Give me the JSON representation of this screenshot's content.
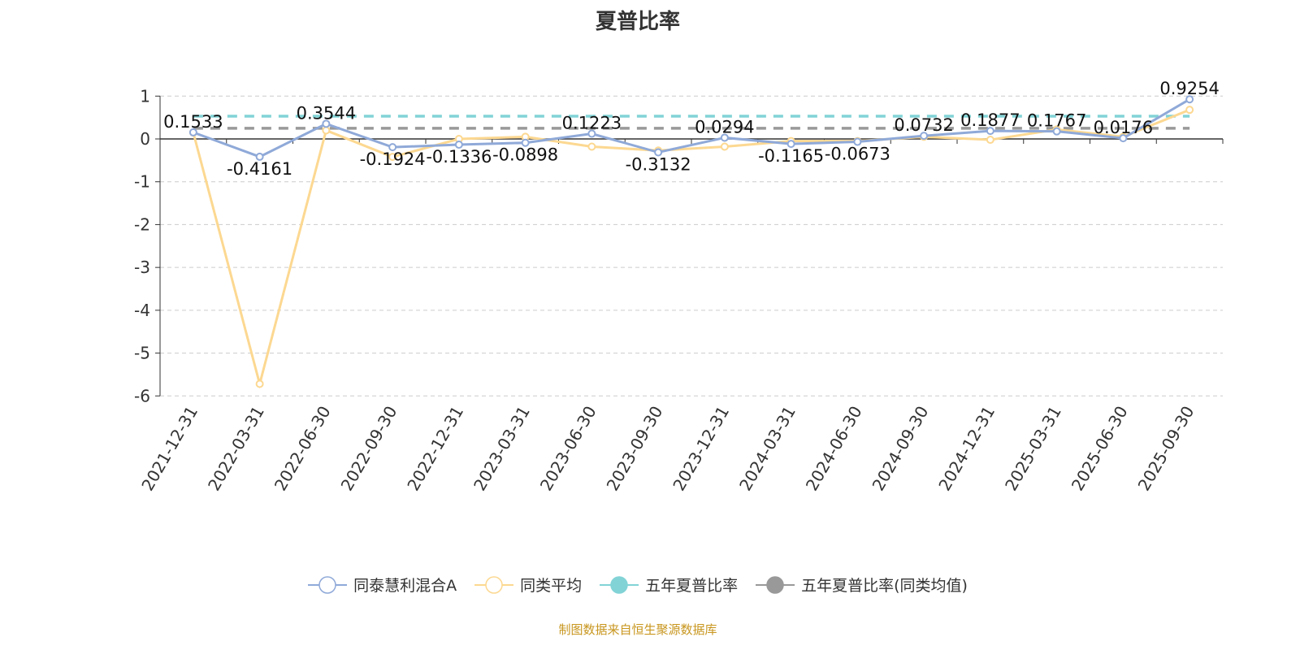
{
  "chart_data": {
    "type": "line",
    "title": "夏普比率",
    "categories": [
      "2021-12-31",
      "2022-03-31",
      "2022-06-30",
      "2022-09-30",
      "2022-12-31",
      "2023-03-31",
      "2023-06-30",
      "2023-09-30",
      "2023-12-31",
      "2024-03-31",
      "2024-06-30",
      "2024-09-30",
      "2024-12-31",
      "2025-03-31",
      "2025-06-30",
      "2025-09-30"
    ],
    "ylim": [
      -6,
      1
    ],
    "yticks": [
      1,
      0,
      -1,
      -2,
      -3,
      -4,
      -5,
      -6
    ],
    "grid": true,
    "legend_position": "bottom",
    "series": [
      {
        "name": "同泰慧利混合A",
        "color": "#8fa9d8",
        "values": [
          0.1533,
          -0.4161,
          0.3544,
          -0.1924,
          -0.1336,
          -0.0898,
          0.1223,
          -0.3132,
          0.0294,
          -0.1165,
          -0.0673,
          0.0732,
          0.1877,
          0.1767,
          0.0176,
          0.9254
        ],
        "labels": [
          "0.1533",
          "-0.4161",
          "0.3544",
          "-0.1924",
          "-0.1336",
          "-0.0898",
          "0.1223",
          "-0.3132",
          "0.0294",
          "-0.1165",
          "-0.0673",
          "0.0732",
          "0.1877",
          "0.1767",
          "0.0176",
          "0.9254"
        ]
      },
      {
        "name": "同类平均",
        "color": "#fcd891",
        "values": [
          0.15,
          -5.72,
          0.2,
          -0.42,
          0.0,
          0.05,
          -0.18,
          -0.27,
          -0.18,
          -0.05,
          -0.05,
          0.05,
          -0.02,
          0.22,
          0.05,
          0.68
        ]
      },
      {
        "name": "五年夏普比率",
        "color": "#82d3d6",
        "values": [
          0.53
        ],
        "style": "dashed-constant"
      },
      {
        "name": "五年夏普比率(同类均值)",
        "color": "#999999",
        "values": [
          0.25
        ],
        "style": "dashed-constant"
      }
    ]
  },
  "source": "制图数据来自恒生聚源数据库"
}
